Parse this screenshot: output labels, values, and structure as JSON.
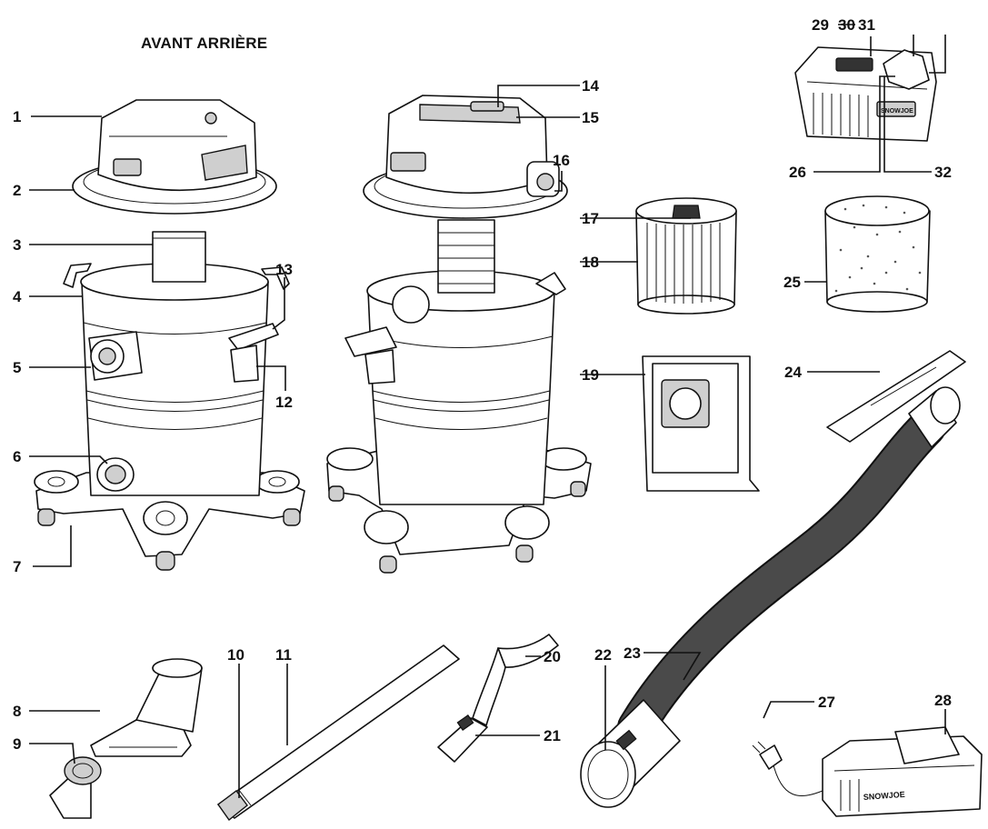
{
  "header": {
    "view_label": "AVANT ARRIÈRE"
  },
  "callouts": {
    "n1": "1",
    "n2": "2",
    "n3": "3",
    "n4": "4",
    "n5": "5",
    "n6": "6",
    "n7": "7",
    "n8": "8",
    "n9": "9",
    "n10": "10",
    "n11": "11",
    "n12": "12",
    "n13": "13",
    "n14": "14",
    "n15": "15",
    "n16": "16",
    "n17": "17",
    "n18": "18",
    "n19": "19",
    "n20": "20",
    "n21": "21",
    "n22": "22",
    "n23": "23",
    "n24": "24",
    "n25": "25",
    "n26": "26",
    "n27": "27",
    "n28": "28",
    "n29": "29",
    "n30": "30",
    "n31": "31",
    "n32": "32"
  },
  "branding": {
    "charger_logo": "SNOWJOE",
    "battery_logo": "SNOWJOE"
  }
}
